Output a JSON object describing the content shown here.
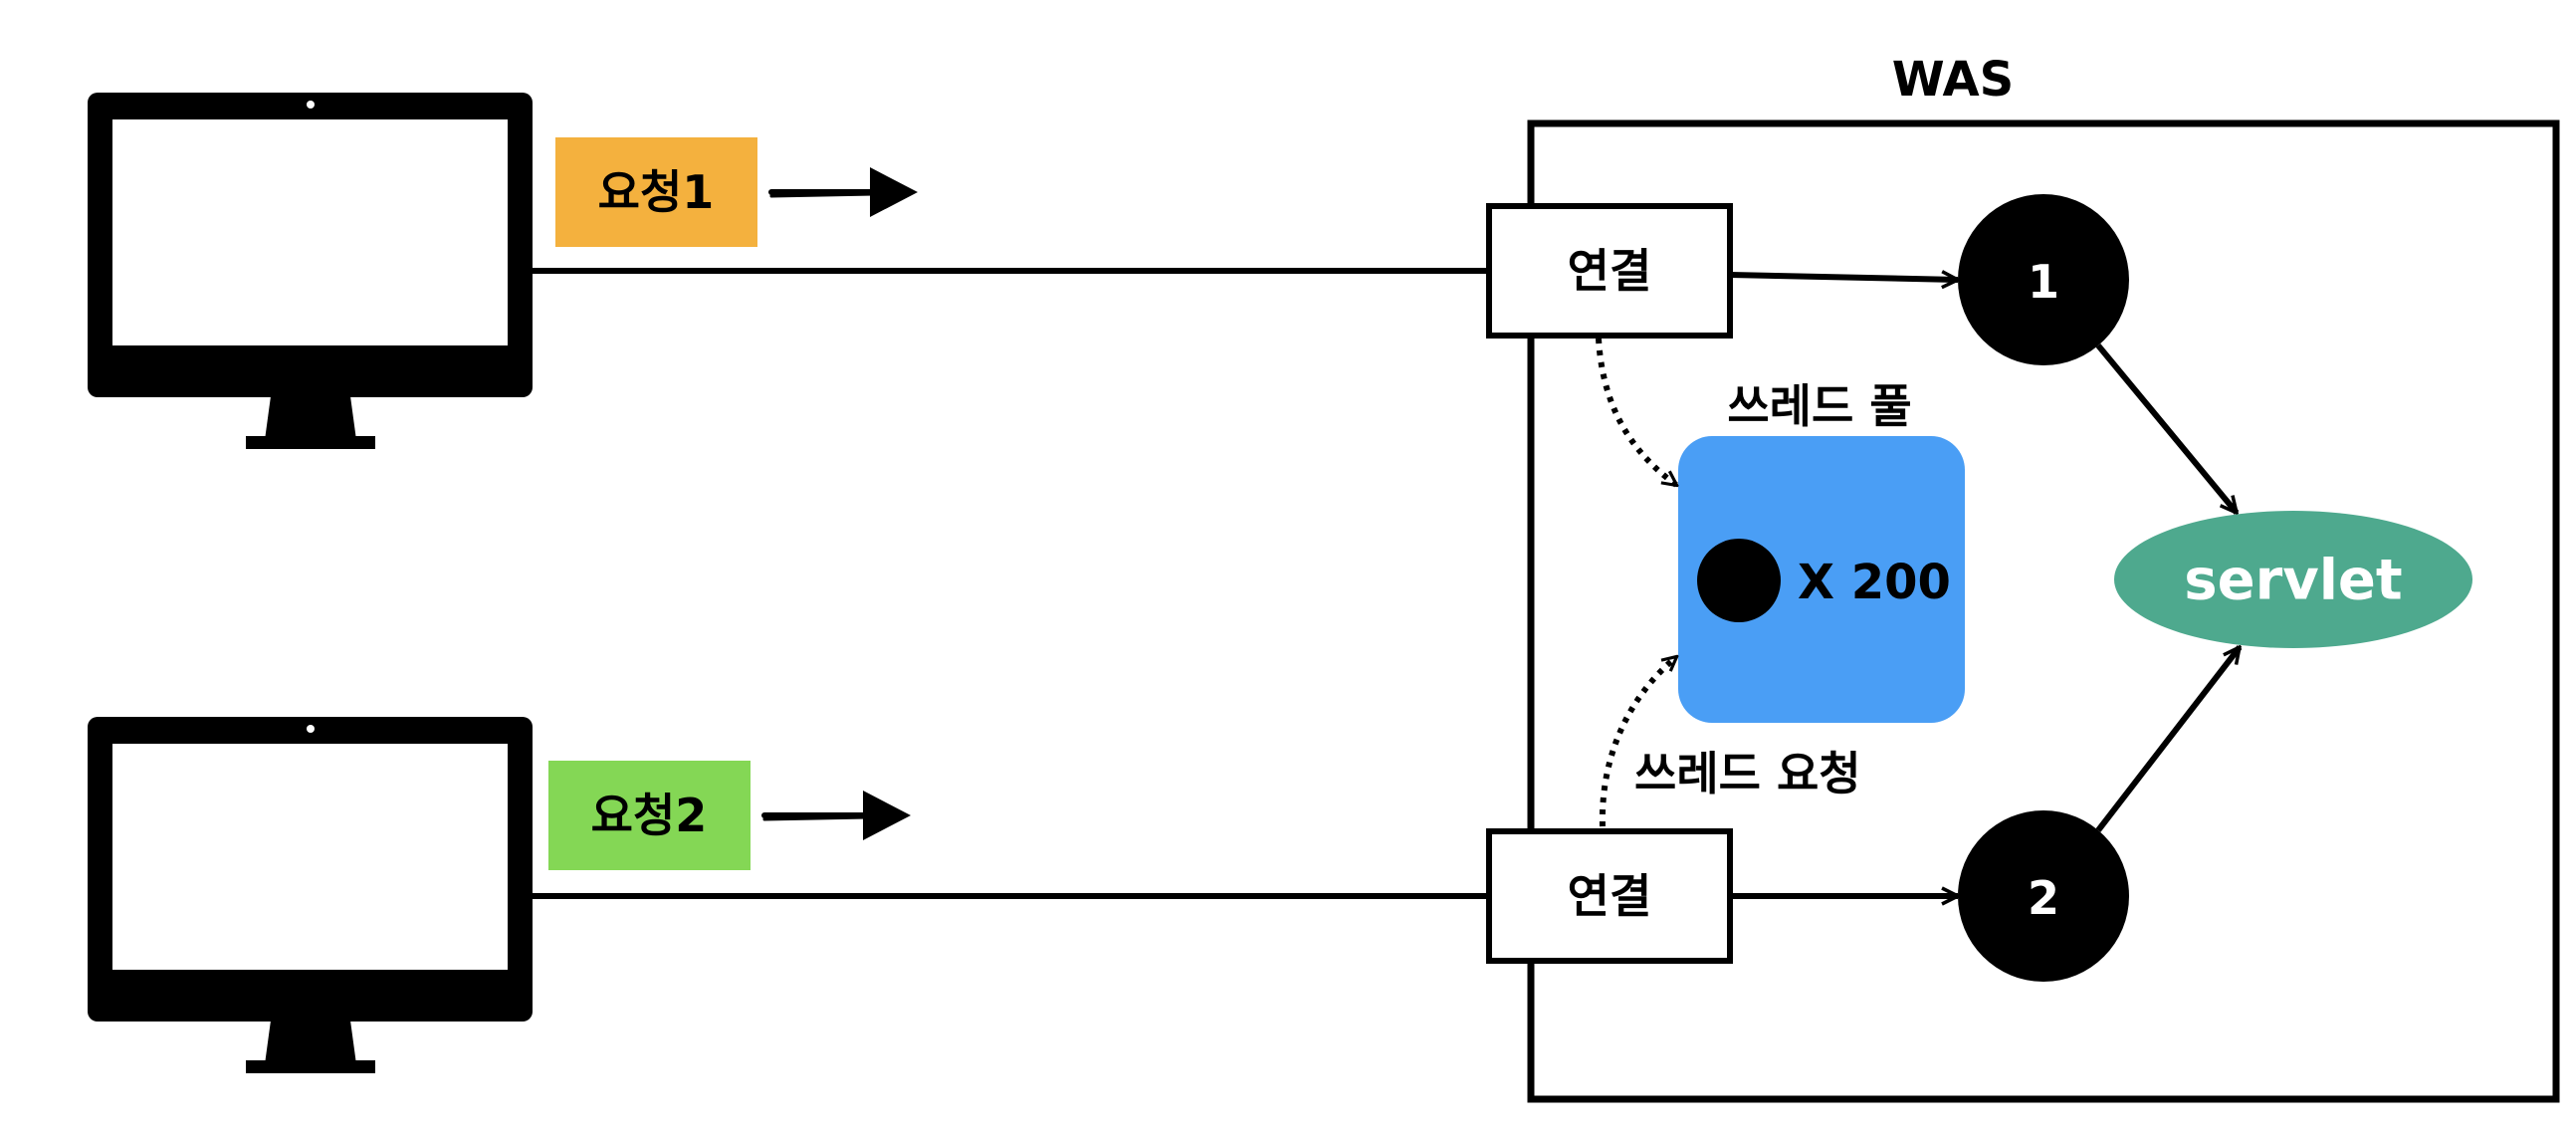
{
  "was": {
    "title": "WAS"
  },
  "requests": [
    {
      "label": "요청1",
      "color": "#F4B13E"
    },
    {
      "label": "요청2",
      "color": "#84D755"
    }
  ],
  "connections": [
    {
      "label": "연결"
    },
    {
      "label": "연결"
    }
  ],
  "threads": [
    {
      "label": "1"
    },
    {
      "label": "2"
    }
  ],
  "thread_pool": {
    "title": "쓰레드 풀",
    "count_label": "X 200",
    "color": "#4A9EF5"
  },
  "thread_request": {
    "label": "쓰레드 요청"
  },
  "servlet": {
    "label": "servlet",
    "color": "#4EA98E"
  }
}
